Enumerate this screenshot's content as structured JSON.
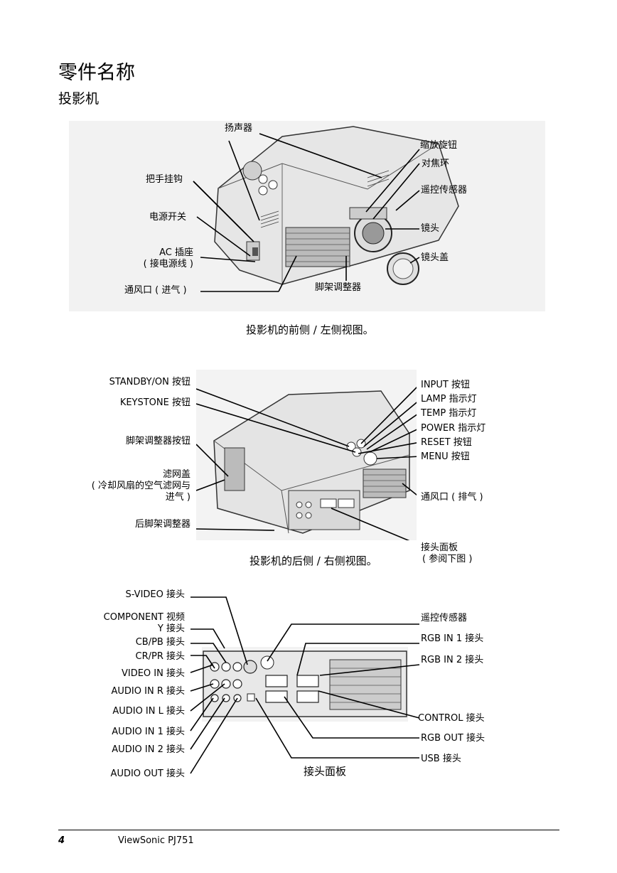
{
  "page": {
    "title": "零件名称",
    "subtitle": "投影机"
  },
  "fig1": {
    "labels": {
      "speaker": "扬声器",
      "handle": "把手挂钩",
      "power_switch": "电源开关",
      "ac_inlet_1": "AC 插座",
      "ac_inlet_2": "( 接电源线 )",
      "vent_in": "通风口 ( 进气 )",
      "zoom": "缩放旋钮",
      "focus": "对焦环",
      "remote_sensor": "遥控传感器",
      "lens": "镜头",
      "lens_cap": "镜头盖",
      "foot_adjuster": "脚架调整器"
    },
    "caption": "投影机的前侧 / 左侧视图。"
  },
  "fig2": {
    "labels": {
      "standby": "STANDBY/ON 按钮",
      "keystone": "KEYSTONE 按钮",
      "foot_button": "脚架调整器按钮",
      "filter_1": "滤网盖",
      "filter_2": "( 冷却风扇的空气滤网与",
      "filter_3": "进气 )",
      "rear_foot": "后脚架调整器",
      "input": "INPUT 按钮",
      "lamp": "LAMP 指示灯",
      "temp": "TEMP 指示灯",
      "power": "POWER 指示灯",
      "reset": "RESET 按钮",
      "menu": "MENU 按钮",
      "vent_out": "通风口 ( 排气 )",
      "panel_1": "接头面板",
      "panel_2": "( 参阅下图 )"
    },
    "caption": "投影机的后侧 / 右侧视图。"
  },
  "fig3": {
    "labels": {
      "svideo": "S-VIDEO 接头",
      "component_1": "COMPONENT 视频",
      "component_y": "Y 接头",
      "cbpb": "CB/PB 接头",
      "crpr": "CR/PR 接头",
      "video_in": "VIDEO IN 接头",
      "audio_r": "AUDIO IN R 接头",
      "audio_l": "AUDIO IN L 接头",
      "audio_1": "AUDIO IN 1 接头",
      "audio_2": "AUDIO IN 2 接头",
      "audio_out": "AUDIO OUT 接头",
      "remote": "遥控传感器",
      "rgb1": "RGB IN 1 接头",
      "rgb2": "RGB IN 2 接头",
      "control": "CONTROL 接头",
      "rgb_out": "RGB OUT 接头",
      "usb": "USB 接头"
    },
    "caption": "接头面板"
  },
  "footer": {
    "page_number": "4",
    "product": "ViewSonic  PJ751"
  }
}
